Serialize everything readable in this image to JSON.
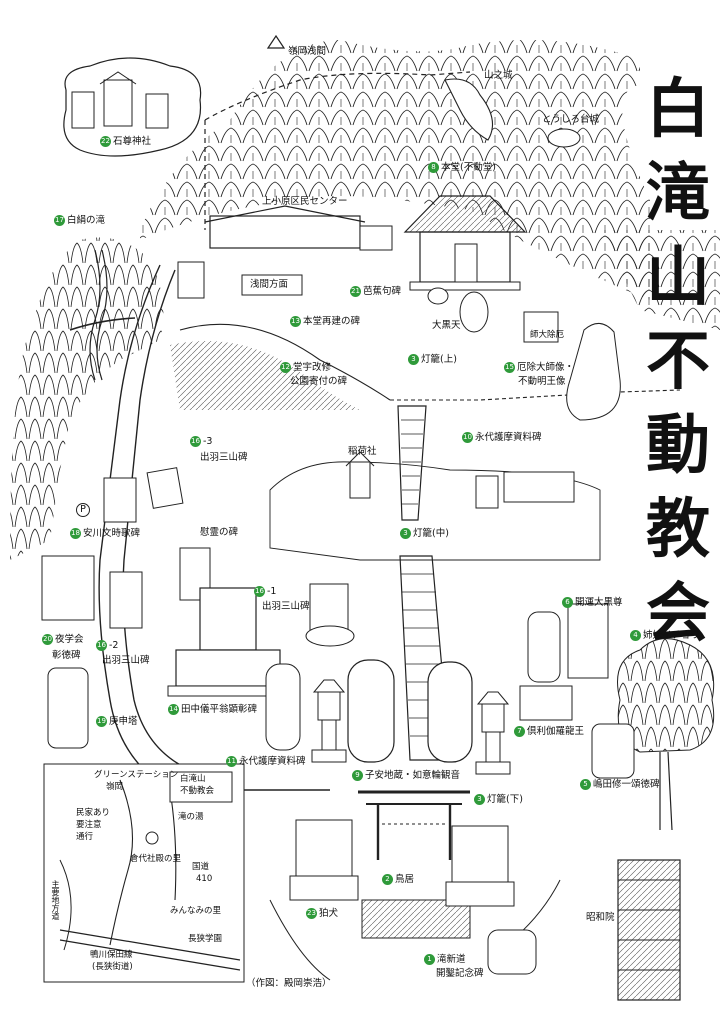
{
  "map": {
    "title": [
      "白",
      "滝",
      "山",
      "不",
      "動",
      "教",
      "会"
    ],
    "credit": "（作図：殿岡崇浩）",
    "places": {
      "mt_sengen": "嶺岡浅間",
      "yamanojo": "山之城",
      "toshiro": "とうしろ台城",
      "kominato_center": "上小原区民センター",
      "sengen_dir": "浅間方面",
      "daikokuten": "大黒天",
      "fudo_sign": "師大除厄",
      "inari": "稲荷社",
      "showain": "昭和院",
      "parking": "P"
    },
    "numbered": [
      {
        "n": "22",
        "label": "石尊神社"
      },
      {
        "n": "17",
        "label": "白絹の滝"
      },
      {
        "n": "8",
        "label": "本堂(不動堂)"
      },
      {
        "n": "21",
        "label": "芭蕉句碑"
      },
      {
        "n": "13",
        "label": "本堂再建の碑"
      },
      {
        "n": "12",
        "label": "堂宇改修"
      },
      {
        "n": "",
        "label": "公園寄付の碑"
      },
      {
        "n": "3",
        "label": "灯籠(上)"
      },
      {
        "n": "15",
        "label": "厄除大師像・"
      },
      {
        "n": "",
        "label": "不動明王像"
      },
      {
        "n": "10",
        "label": "永代護摩資料碑"
      },
      {
        "n": "16",
        "label": "-3"
      },
      {
        "n": "",
        "label": "出羽三山碑"
      },
      {
        "n": "18",
        "label": "安川文時歌碑"
      },
      {
        "n": "",
        "label": "慰霊の碑"
      },
      {
        "n": "3",
        "label": "灯籠(中)"
      },
      {
        "n": "16",
        "label": "-1"
      },
      {
        "n": "",
        "label": "出羽三山碑"
      },
      {
        "n": "6",
        "label": "開運大黒尊"
      },
      {
        "n": "4",
        "label": "姉妹イチョウ"
      },
      {
        "n": "20",
        "label": "夜学会"
      },
      {
        "n": "",
        "label": "彰徳碑"
      },
      {
        "n": "16",
        "label": "-2"
      },
      {
        "n": "",
        "label": "出羽三山碑"
      },
      {
        "n": "19",
        "label": "庚申塔"
      },
      {
        "n": "14",
        "label": "田中儀平翁顕彰碑"
      },
      {
        "n": "7",
        "label": "倶利伽羅龍王"
      },
      {
        "n": "11",
        "label": "永代護摩資料碑"
      },
      {
        "n": "9",
        "label": "子安地蔵・如意輪観音"
      },
      {
        "n": "5",
        "label": "嶋田修一頌徳碑"
      },
      {
        "n": "3",
        "label": "灯籠(下)"
      },
      {
        "n": "2",
        "label": "鳥居"
      },
      {
        "n": "23",
        "label": "狛犬"
      },
      {
        "n": "1",
        "label": "滝新道"
      },
      {
        "n": "",
        "label": "開鑿記念碑"
      }
    ],
    "inset": {
      "green_station": "グリーンステーション",
      "green_station2": "嶺岡",
      "temple": "白滝山",
      "temple2": "不動教会",
      "taki_no_yu": "滝の湯",
      "minka": "民家あり",
      "minka2": "要注意",
      "minka3": "通行",
      "kura": "倉代社殿の里",
      "road_num": "国道",
      "road_num2": "410",
      "minna": "みんなみの里",
      "nagasa": "長狭学園",
      "line1": "鴨川保田線",
      "line2": "(長狭街道)",
      "tateyama": "主要地方道"
    }
  }
}
